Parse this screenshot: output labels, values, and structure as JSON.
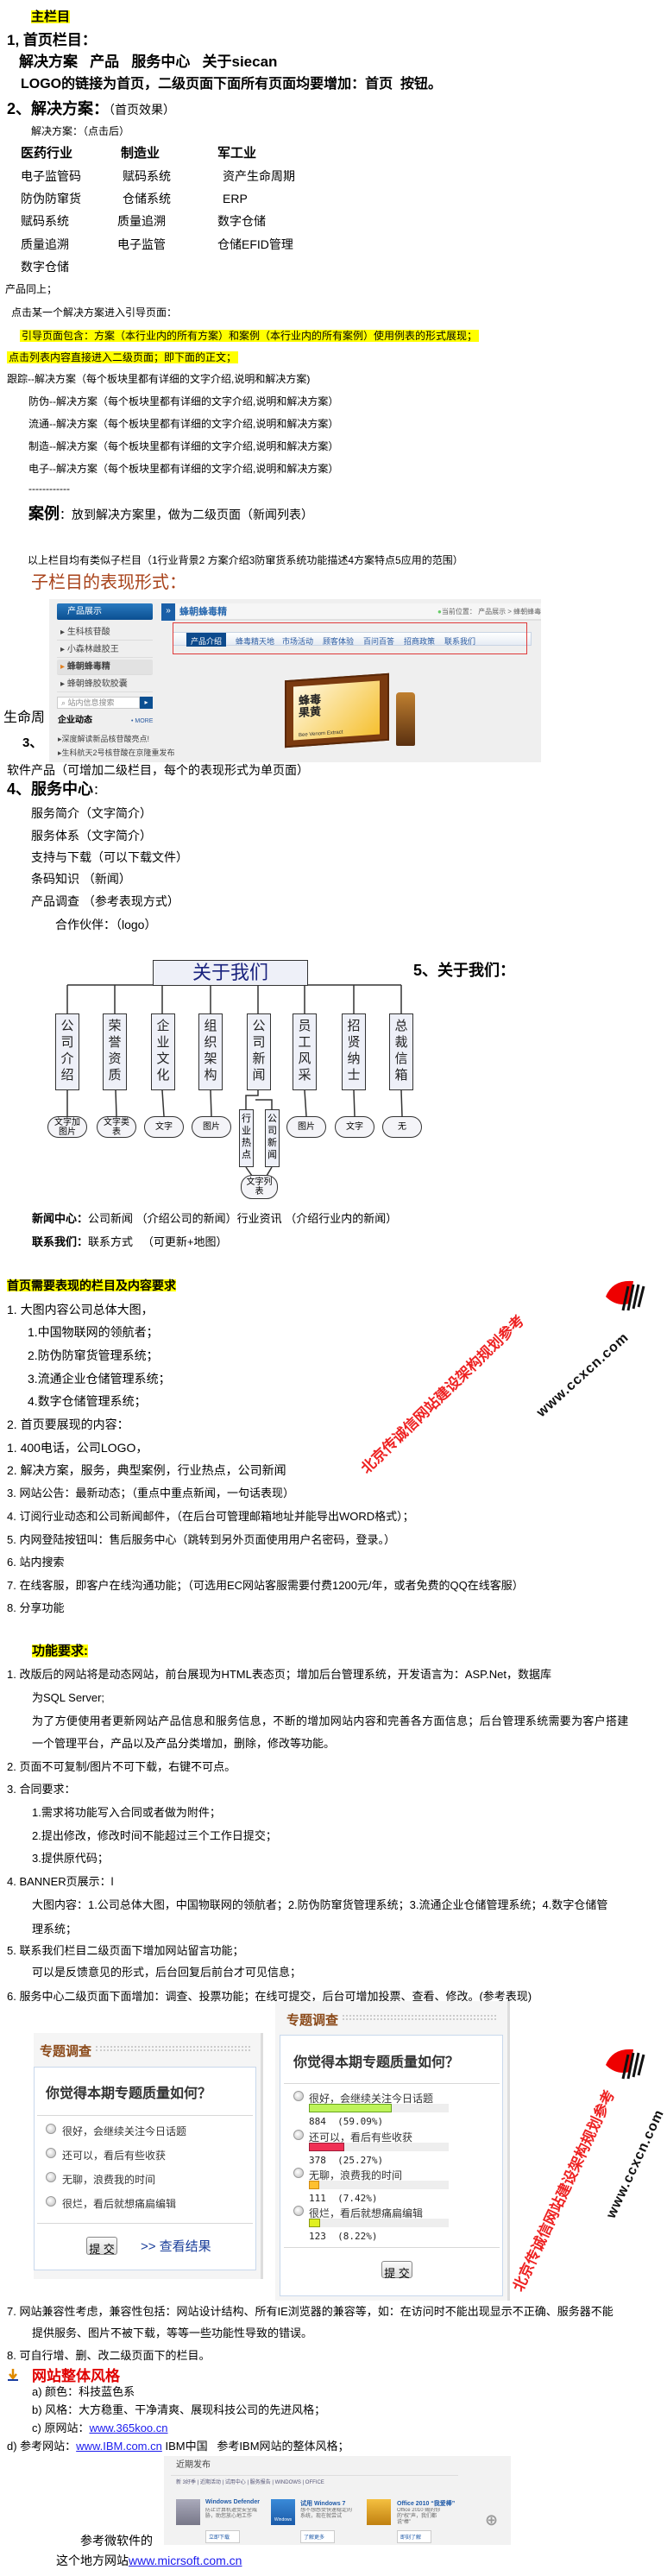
{
  "section1": {
    "title": "主栏目",
    "home_heading": "1, 首页栏目：",
    "nav_items": "解决方案   产品   服务中心   关于siecan",
    "logo_note": "LOGO的链接为首页，二级页面下面所有页面均要增加：首页  按钮。"
  },
  "solutions": {
    "heading": "2、解决方案：",
    "heading_note": "（首页效果）",
    "after_click": "解决方案：（点击后）",
    "columns": [
      {
        "header": "医药行业",
        "items": [
          "电子监管码",
          "防伪防窜货",
          "赋码系统",
          "质量追溯",
          "数字仓储"
        ]
      },
      {
        "header": "制造业",
        "items": [
          "赋码系统",
          "仓储系统",
          "质量追溯",
          "电子监管"
        ]
      },
      {
        "header": "军工业",
        "items": [
          "资产生命周期",
          "ERP",
          "数字仓储",
          "仓储EFID管理"
        ]
      }
    ],
    "product_same": "产品同上；",
    "click_intro": "点击某一个解决方案进入引导页面：",
    "guide_note": "引导页面包含：方案（本行业内的所有方案）和案例（本行业内的所有案例）使用例表的形式展现；",
    "list_note": "点击列表内容直接进入二级页面；即下面的正文；",
    "lines": [
      "跟踪--解决方案（每个板块里都有详细的文字介绍,说明和解决方案)",
      "防伪--解决方案（每个板块里都有详细的文字介绍,说明和解决方案）",
      "流通--解决方案（每个板块里都有详细的文字介绍,说明和解决方案）",
      "制造--解决方案（每个板块里都有详细的文字介绍,说明和解决方案）",
      "电子--解决方案（每个板块里都有详细的文字介绍,说明和解决方案）"
    ],
    "divider": "------------",
    "case_label": "案例",
    "case_text": "：放到解决方案里，做为二级页面（新闻列表）",
    "sub_columns_note": "以上栏目均有类似子栏目（1行业背景2 方案介绍3防窜货系统功能描述4方案特点5应用的范围）",
    "sub_form_title": "子栏目的表现形式：",
    "lifecycle_fragment": "生命周",
    "section3_num": "3、",
    "software_note": "软件产品（可增加二级栏目，每个的表现形式为单页面）"
  },
  "product_screenshot": {
    "sidebar_title": "产品展示",
    "sidebar_items": [
      "生科核苷酸",
      "小森林雌胶王",
      "蜂朝蜂毒精",
      "蜂朝蜂胶软胶囊"
    ],
    "selected_item": "蜂朝蜂毒精",
    "search_placeholder": "站内信息搜索",
    "news_title": "企业动态",
    "more": "• MORE",
    "news_items": [
      "深度解读新品核苷酸亮点!",
      "生科航天2号核苷酸在京隆重发布"
    ],
    "page_title": "蜂朝蜂毒精",
    "breadcrumb": "当前位置： 产品展示 > 蜂朝蜂毒精",
    "tabs": [
      "产品介绍",
      "蜂毒精天地",
      "市场活动",
      "顾客体验",
      "百问百答",
      "招商政策",
      "联系我们"
    ],
    "active_tab": "产品介绍",
    "package_text": "蜂毒果黄",
    "package_sub": "Bee Venom Extract",
    "highlight_color": "#e03a3a"
  },
  "service": {
    "heading": "4、服务中心",
    "colon": "：",
    "items": [
      "服务简介（文字简介）",
      "服务体系（文字简介）",
      "支持与下载（可以下载文件）",
      "条码知识 （新闻）",
      "产品调查 （参考表现方式）"
    ],
    "partners": "合作伙伴：（logo）"
  },
  "about": {
    "heading": "5、关于我们：",
    "root": "关于我们",
    "children": [
      {
        "label": "公司介绍",
        "type": "文字加图片"
      },
      {
        "label": "荣誉资质",
        "type": "文字类表"
      },
      {
        "label": "企业文化",
        "type": "文字"
      },
      {
        "label": "组织架构",
        "type": "图片"
      },
      {
        "label": "公司新闻",
        "sub": [
          "行业热点",
          "公司新闻"
        ],
        "type": "文字列表"
      },
      {
        "label": "员工风采",
        "type": "图片"
      },
      {
        "label": "招贤纳士",
        "type": "文字"
      },
      {
        "label": "总裁信箱",
        "type": "无"
      }
    ],
    "news_center_label": "新闻中心：",
    "news_center_text": "公司新闻 （介绍公司的新闻）行业资讯 （介绍行业内的新闻）",
    "contact_label": "联系我们：",
    "contact_text": "联系方式   （可更新+地图）"
  },
  "homepage_req": {
    "title": "首页需要表现的栏目及内容要求",
    "item1": "1. 大图内容公司总体大图，",
    "item1_sub": [
      "1.中国物联网的领航者；",
      "2.防伪防窜货管理系统；",
      "3.流通企业仓储管理系统；",
      "4.数字仓储管理系统；"
    ],
    "item2": "2. 首页要展现的内容：",
    "item2_list": [
      "1. 400电话，公司LOGO，",
      "2. 解决方案，服务，典型案例，行业热点，公司新闻",
      "3. 网站公告：最新动态；（重点中重点新闻，一句话表现）",
      "4. 订阅行业动态和公司新闻邮件，（在后台可管理邮箱地址并能导出WORD格式）；",
      "5. 内网登陆按钮叫：售后服务中心（跳转到另外页面使用用户名密码，登录。）",
      "6. 站内搜索",
      "7. 在线客服，即客户在线沟通功能；（可选用EC网站客服需要付费1200元/年，或者免费的QQ在线客服）",
      "8. 分享功能"
    ]
  },
  "function_req": {
    "title": "功能要求:",
    "lines": [
      "1. 改版后的网站将是动态网站，前台展现为HTML表态页；增加后台管理系统，开发语言为：ASP.Net，数据库",
      "为SQL Server;",
      "为了方便使用者更新网站产品信息和服务信息，不断的增加网站内容和完善各方面信息；后台管理系统需要为客户搭建",
      "一个管理平台，产品以及产品分类增加，删除，修改等功能。",
      "2. 页面不可复制/图片不可下载，右键不可点。",
      "3. 合同要求：",
      "1.需求将功能写入合同或者做为附件；",
      "2.提出修改，修改时间不能超过三个工作日提交；",
      "3.提供原代码；",
      "4. BANNER页展示：l",
      "大图内容：1.公司总体大图，中国物联网的领航者；2.防伪防窜货管理系统；3.流通企业仓储管理系统；4.数字仓储管",
      "理系统；",
      "5. 联系我们栏目二级页面下增加网站留言功能；",
      "可以是反馈意见的形式，后台回复后前台才可见信息；",
      "6. 服务中心二级页面下面增加：调查、投票功能；在线可提交，后台可增加投票、查看、修改。(参考表现)",
      "7. 网站兼容性考虑，兼容性包括：网站设计结构、所有IE浏览器的兼容等，如：在访问时不能出现显示不正确、服务器不能",
      "提供服务、图片不被下载，等等一些功能性导致的错误。",
      "8. 可自行增、删、改二级页面下的栏目。"
    ]
  },
  "survey": {
    "header": "专题调查",
    "question": "你觉得本期专题质量如何？",
    "options": [
      "很好，会继续关注今日话题",
      "还可以，看后有些收获",
      "无聊，浪费我的时间",
      "很烂，看后就想痛扁编辑"
    ],
    "submit": "提 交",
    "view_results": ">> 查看结果",
    "results": [
      {
        "count": "884",
        "percent_label": "(59.09%)",
        "percent": 59.09,
        "color": "#bef35a",
        "border": "#6aa51e"
      },
      {
        "count": "378",
        "percent_label": "(25.27%)",
        "percent": 25.27,
        "color": "#f03055",
        "border": "#a0203a"
      },
      {
        "count": "111",
        "percent_label": "(7.42%)",
        "percent": 7.42,
        "color": "#ffc030",
        "border": "#d08a10"
      },
      {
        "count": "123",
        "percent_label": "(8.22%)",
        "percent": 8.22,
        "color": "#e0f020",
        "border": "#8a9a10"
      }
    ]
  },
  "style": {
    "title": "网站整体风格",
    "title_color": "#e00000",
    "a": "a) 颜色：科技蓝色系",
    "b": "b) 风格：大方稳重、干净清爽、展现科技公司的先进风格；",
    "c_label": "c) 原网站：",
    "c_link": "www.365koo.cn",
    "d_label": "d) 参考网站：",
    "d_link": "www.IBM.com.cn",
    "d_text": " IBM中国   参考IBM网站的整体风格；",
    "ms_note1": "参考微软件的",
    "ms_note2": "这个地方网站",
    "ms_link": "www.micrsoft.com.cn"
  },
  "ms_screenshot": {
    "title": "近期发布",
    "tabs": "新 3好季 | 近期活动 | 试用中心 | 服务报告 | WINDOWS | OFFICE",
    "cards": [
      {
        "title": "Windows Defender",
        "desc": "防止计算机遭受安全威胁，助您放心地工作",
        "button": "立即下载"
      },
      {
        "title": "试用 Windows 7",
        "desc": "想不想感受快速稳定的系统，现在就尝试",
        "button": "了解更多"
      },
      {
        "title": "Office 2010 “我爱棒”",
        "desc": "Office 2010 赐的你的“权”声，我们都说“棒”",
        "button": "即刻了解"
      }
    ],
    "thumb2": "Windows"
  },
  "watermark": {
    "url": "www.ccxcn.com",
    "text": "北京传诚信网站建设架构规划参考"
  }
}
